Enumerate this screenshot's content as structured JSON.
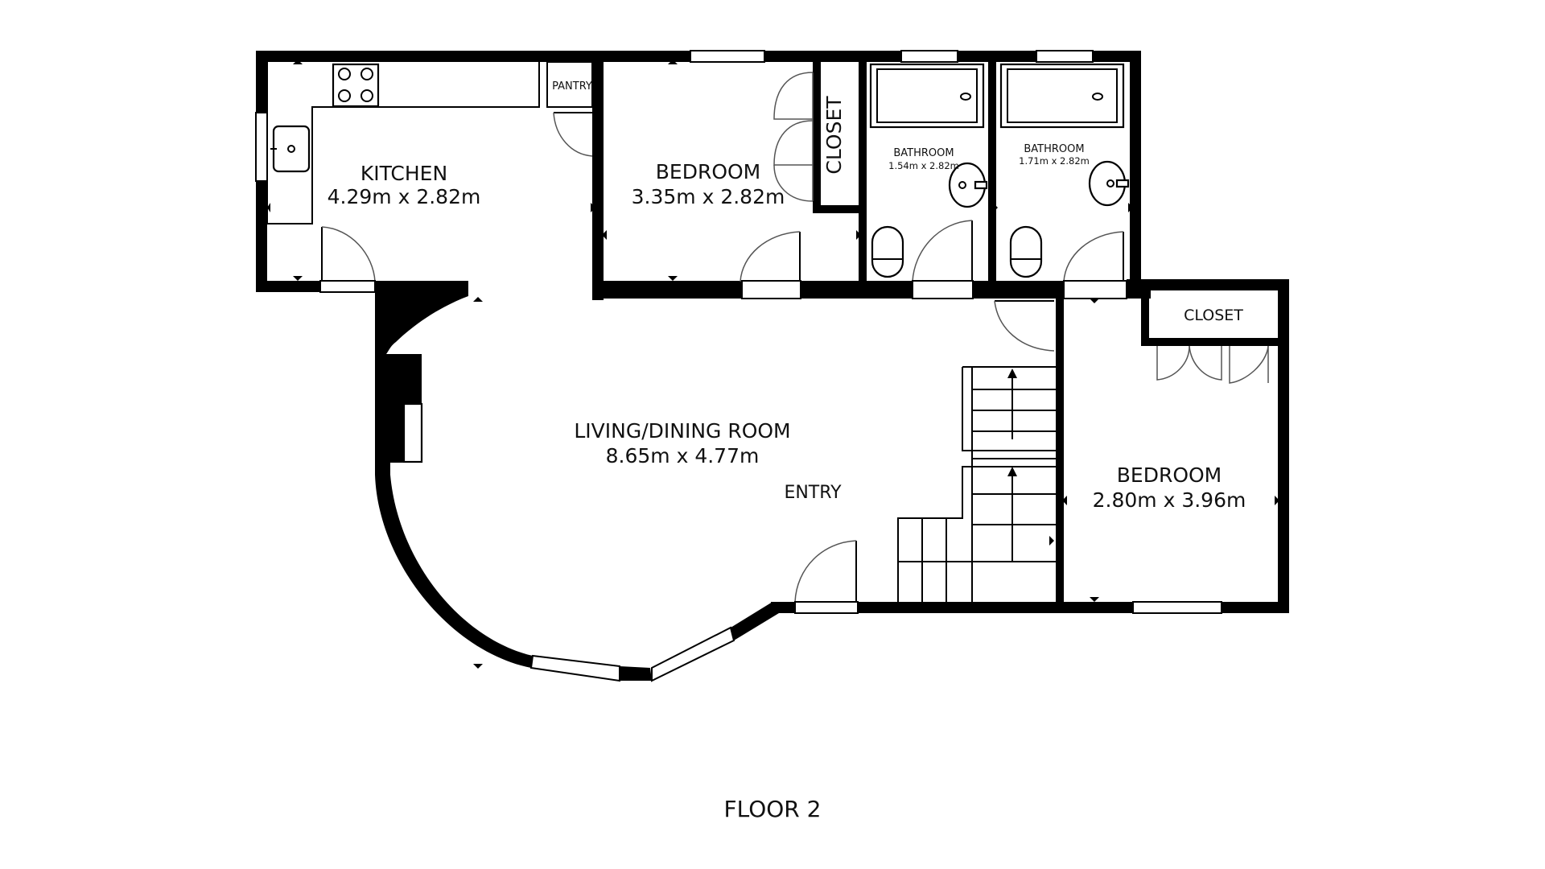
{
  "floor_label": "FLOOR 2",
  "rooms": {
    "kitchen": {
      "name": "KITCHEN",
      "dims": "4.29m x 2.82m"
    },
    "pantry": {
      "name": "PANTRY"
    },
    "bedroom_1": {
      "name": "BEDROOM",
      "dims": "3.35m x 2.82m"
    },
    "closet_1": {
      "name": "CLOSET"
    },
    "bathroom_1": {
      "name": "BATHROOM",
      "dims": "1.54m x 2.82m"
    },
    "bathroom_2": {
      "name": "BATHROOM",
      "dims": "1.71m x 2.82m"
    },
    "closet_2": {
      "name": "CLOSET"
    },
    "living": {
      "name": "LIVING/DINING ROOM",
      "dims": "8.65m x 4.77m"
    },
    "entry": {
      "name": "ENTRY"
    },
    "bedroom_2": {
      "name": "BEDROOM",
      "dims": "2.80m x 3.96m"
    }
  },
  "colors": {
    "wall": "#000000",
    "background": "#ffffff"
  }
}
